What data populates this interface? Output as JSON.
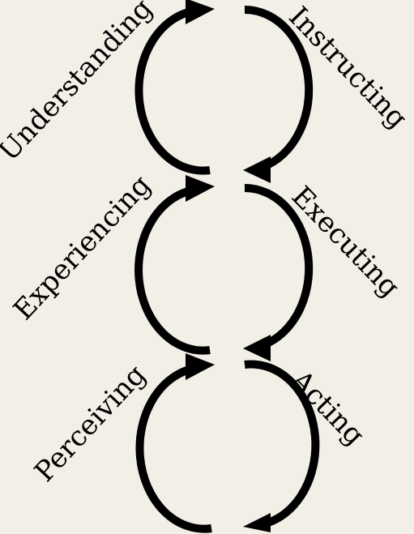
{
  "diagram": {
    "loops": [
      {
        "left_label": "Understanding",
        "right_label": "Instructing"
      },
      {
        "left_label": "Experiencing",
        "right_label": "Executing"
      },
      {
        "left_label": "Perceiving",
        "right_label": "Acting"
      }
    ]
  },
  "colors": {
    "background": "#f2efe7",
    "stroke": "#000000",
    "text": "#000000"
  }
}
